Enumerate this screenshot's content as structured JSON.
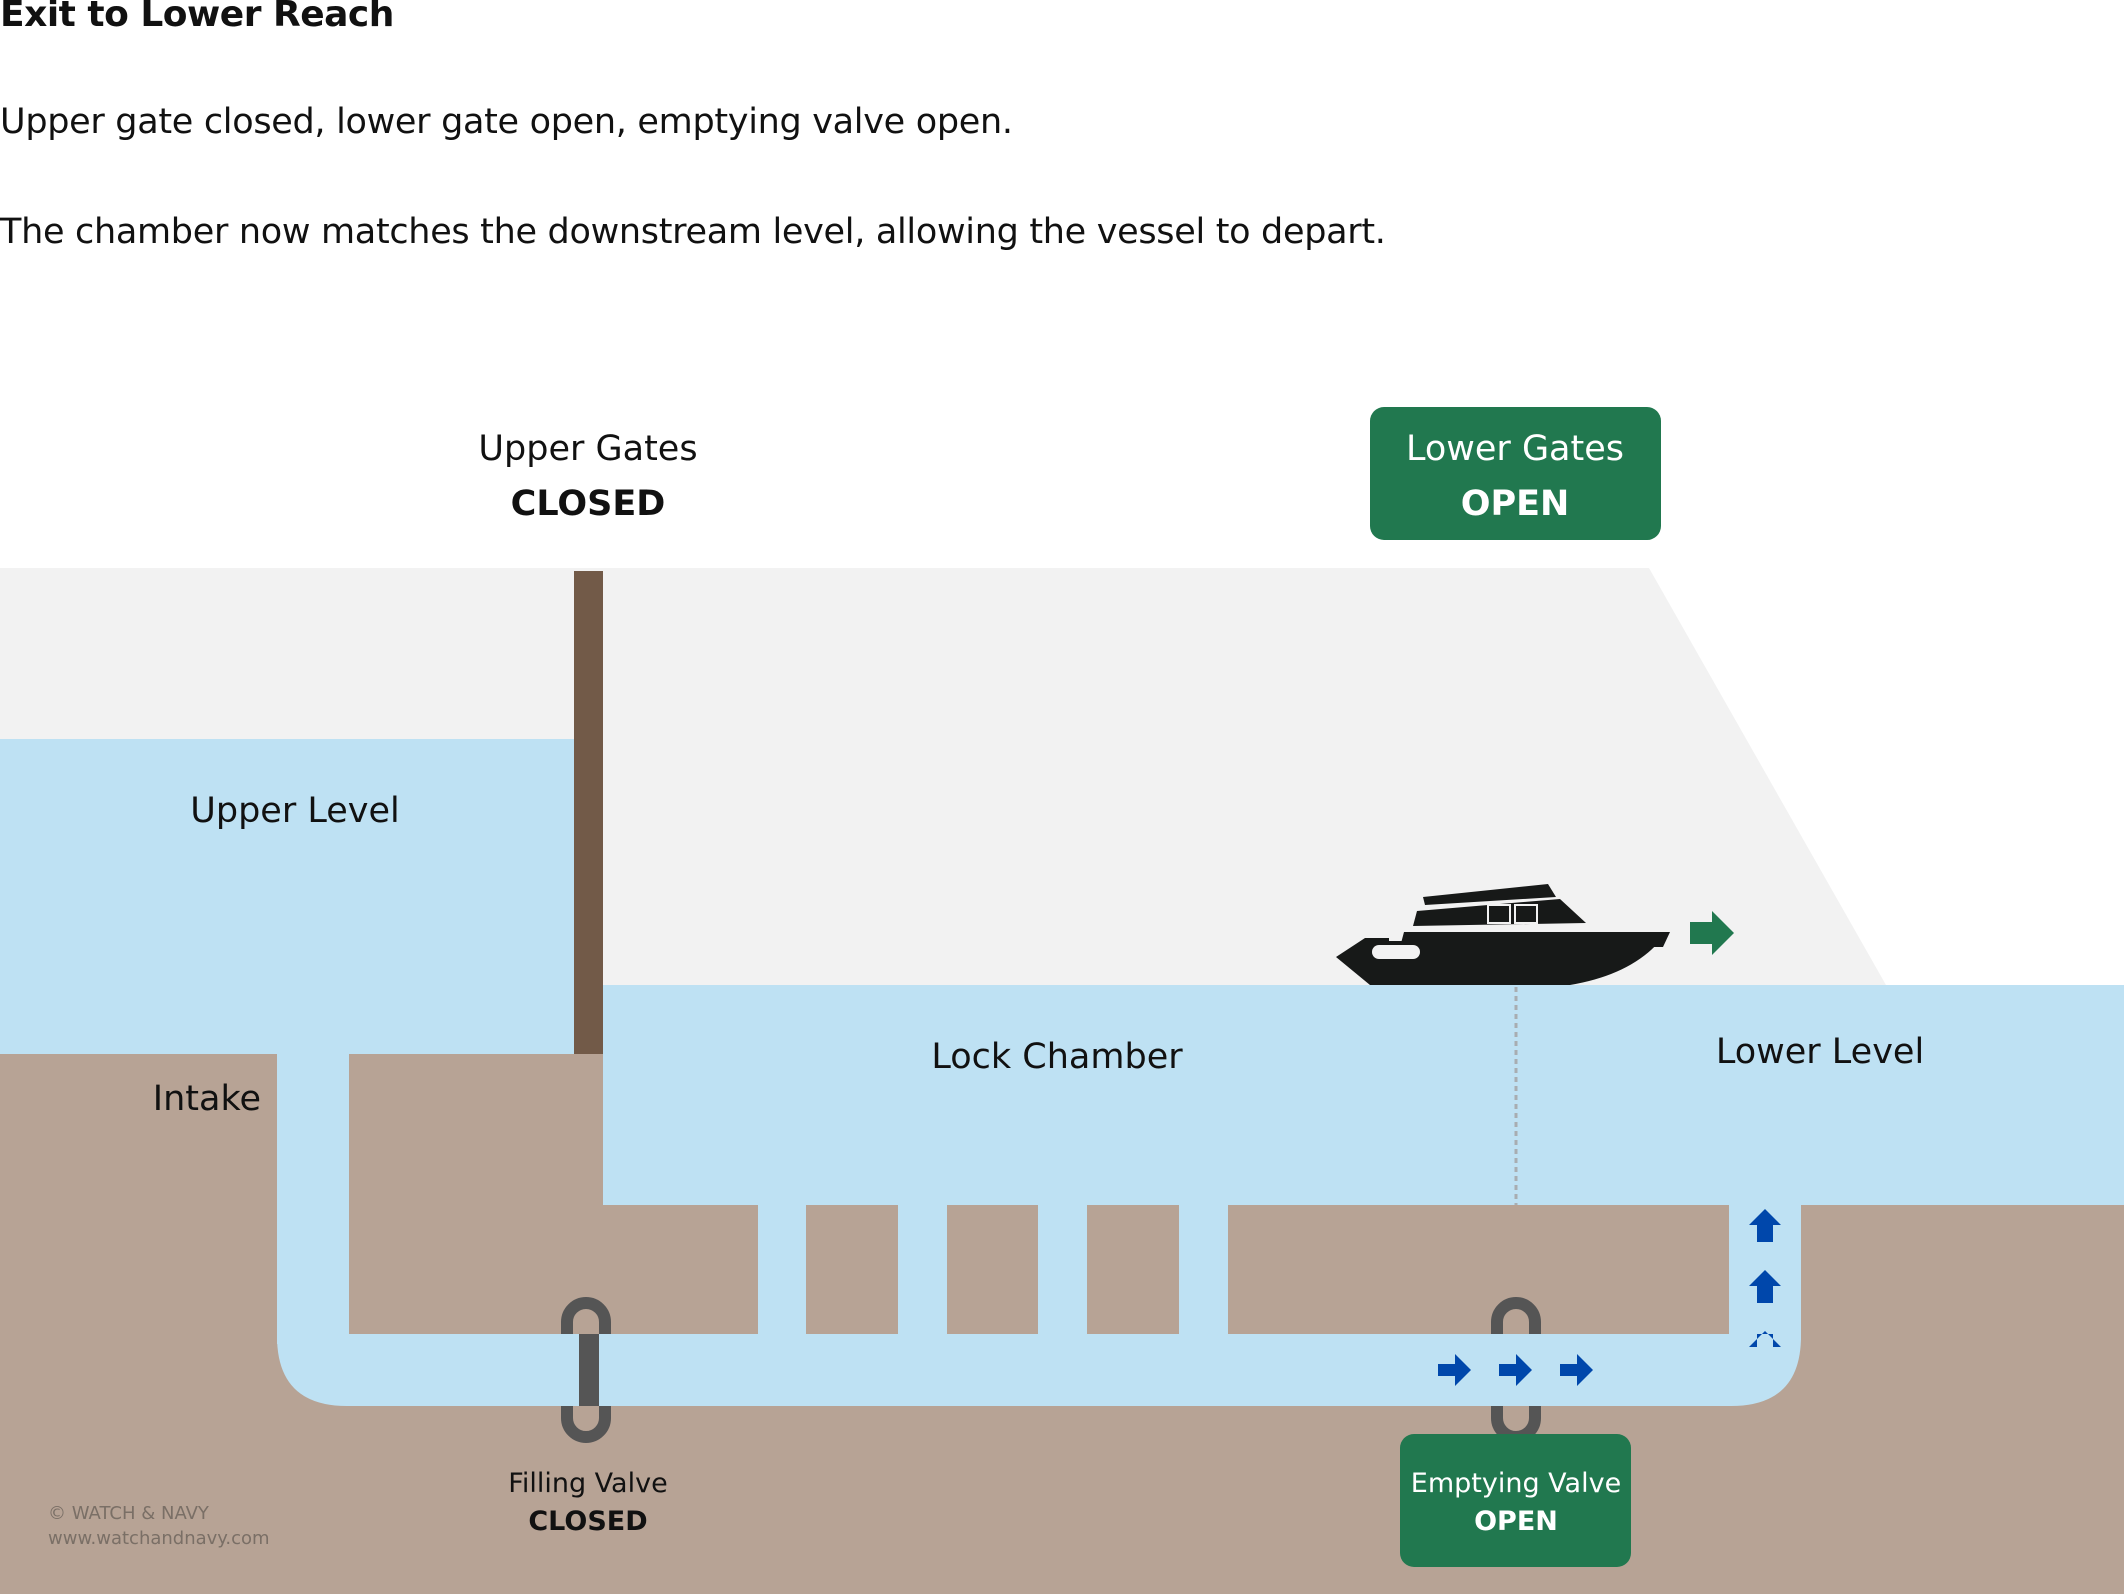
{
  "header": {
    "title": "Exit to Lower Reach",
    "description_1": "Upper gate closed, lower gate open, emptying valve open.",
    "description_2": "The chamber now matches the downstream level, allowing the vessel to depart."
  },
  "colors": {
    "sky": "#f2f2f2",
    "water": "#bee1f3",
    "ground": "#b7a395",
    "gate": "#725a48",
    "open_badge": "#21784f",
    "flow_arrow": "#0047ab",
    "boat": "#171918",
    "valve": "#555555",
    "credit_text": "#7a6f66"
  },
  "labels": {
    "upper_gates": {
      "name": "Upper Gates",
      "state": "CLOSED"
    },
    "lower_gates": {
      "name": "Lower Gates",
      "state": "OPEN"
    },
    "upper_level": "Upper Level",
    "lock_chamber": "Lock Chamber",
    "lower_level": "Lower Level",
    "intake": "Intake",
    "filling_valve": {
      "name": "Filling Valve",
      "state": "CLOSED"
    },
    "emptying_valve": {
      "name": "Emptying Valve",
      "state": "OPEN"
    }
  },
  "credit": {
    "copyright": "© WATCH & NAVY",
    "url": "www.watchandnavy.com"
  },
  "icons": {
    "boat": "motor-yacht-icon",
    "boat_direction": "arrow-right-icon",
    "culvert_flow": "arrow-right-icon",
    "riser_flow": "arrow-up-icon",
    "valve": "valve-icon"
  }
}
